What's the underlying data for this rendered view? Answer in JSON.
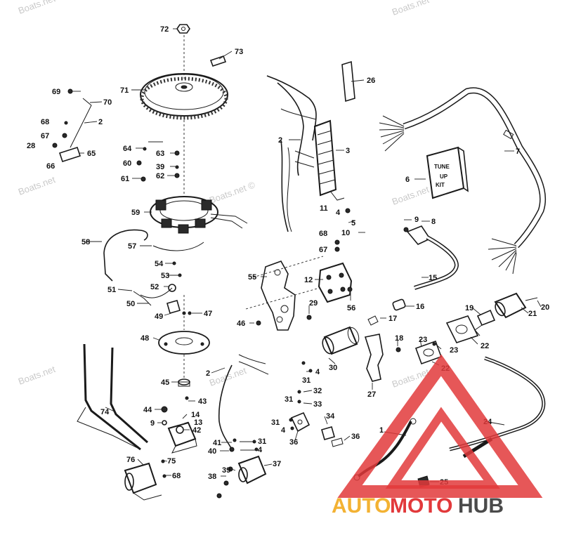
{
  "watermark_text": "Boats.net",
  "watermark_text_copyright": "Boats.net ©",
  "box_label": [
    "TUNE",
    "UP",
    "KIT"
  ],
  "brand_logo": {
    "parts": [
      "AUTO",
      "MOTO",
      "HUB"
    ],
    "colors": {
      "auto": "#f3b233",
      "moto": "#e2393b",
      "hub": "#4a4a4a"
    }
  },
  "callouts": {
    "c1": "1",
    "c2a": "2",
    "c2b": "2",
    "c2c": "2",
    "c3": "3",
    "c4a": "4",
    "c4b": "4",
    "c4c": "4",
    "c5": "5",
    "c6": "6",
    "c7": "7",
    "c8": "8",
    "c9a": "9",
    "c9b": "9",
    "c10": "10",
    "c11": "11",
    "c12": "12",
    "c13": "13",
    "c14": "14",
    "c15": "15",
    "c16": "16",
    "c17": "17",
    "c18": "18",
    "c19": "19",
    "c20": "20",
    "c21": "21",
    "c22a": "22",
    "c22b": "22",
    "c23": "23",
    "c24": "24",
    "c25": "25",
    "c26": "26",
    "c27": "27",
    "c28": "28",
    "c29": "29",
    "c30": "30",
    "c31a": "31",
    "c31b": "31",
    "c31c": "31",
    "c31d": "31",
    "c32": "32",
    "c33": "33",
    "c34": "34",
    "c36a": "36",
    "c36b": "36",
    "c37": "37",
    "c38": "38",
    "c39a": "39",
    "c39b": "39",
    "c40": "40",
    "c41": "41",
    "c42": "42",
    "c43": "43",
    "c44": "44",
    "c45": "45",
    "c46": "46",
    "c47": "47",
    "c48": "48",
    "c49": "49",
    "c50": "50",
    "c51": "51",
    "c52": "52",
    "c53": "53",
    "c54": "54",
    "c55": "55",
    "c56": "56",
    "c57": "57",
    "c58": "58",
    "c59": "59",
    "c60": "60",
    "c61": "61",
    "c62": "62",
    "c63": "63",
    "c64": "64",
    "c65": "65",
    "c66": "66",
    "c67a": "67",
    "c67b": "67",
    "c68a": "68",
    "c68b": "68",
    "c68c": "68",
    "c69": "69",
    "c70": "70",
    "c71": "71",
    "c72": "72",
    "c73": "73",
    "c74": "74",
    "c75": "75",
    "c76": "76"
  }
}
